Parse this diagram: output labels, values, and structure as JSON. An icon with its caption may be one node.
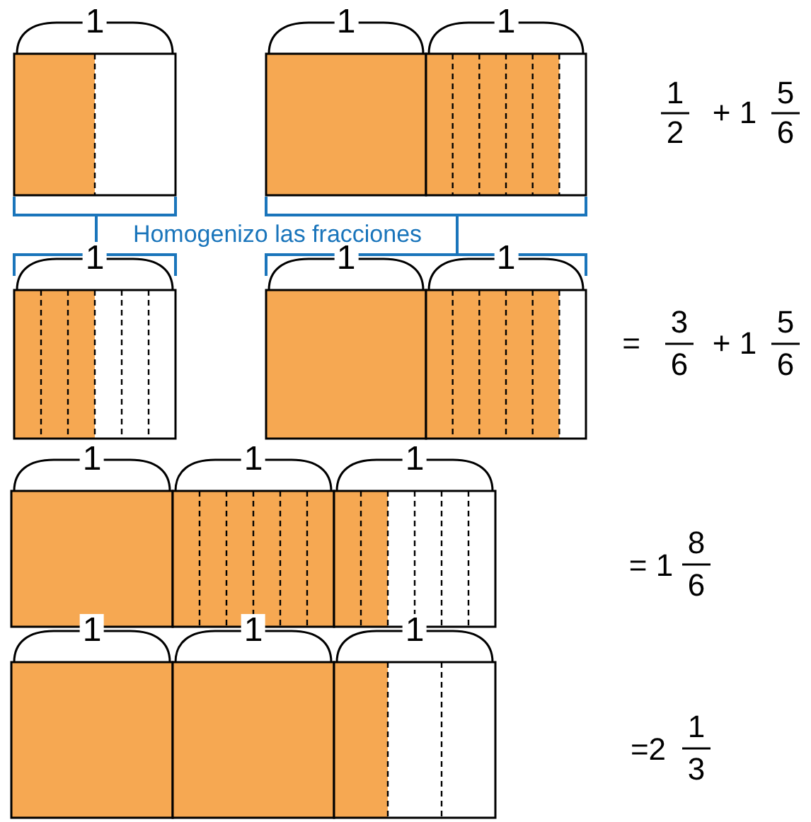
{
  "diagram": {
    "labels": [
      "1",
      "1",
      "1",
      "1",
      "2",
      "+ 1",
      "5",
      "6",
      "Homogenizo las fracciones",
      "1",
      "1",
      "1",
      "=",
      "3",
      "6",
      "+ 1",
      "5",
      "6",
      "1",
      "1",
      "1",
      "= 1",
      "8",
      "6",
      "1",
      "1",
      "1",
      "=2",
      "1",
      "3"
    ]
  }
}
